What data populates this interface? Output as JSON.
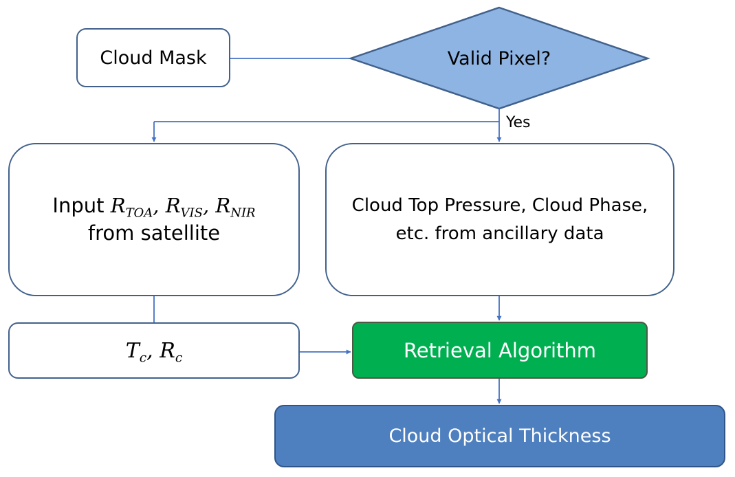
{
  "colors": {
    "connector": "#4472c4",
    "box_border": "#41618c",
    "diamond_fill": "#8eb4e3",
    "diamond_stroke": "#41618c",
    "retrieval_fill": "#00af50",
    "thickness_fill": "#4e7fbf"
  },
  "nodes": {
    "cloud_mask": "Cloud Mask",
    "valid_pixel": "Valid Pixel?",
    "yes": "Yes",
    "input": {
      "prefix": "Input ",
      "r1": "R",
      "r1_sub": "TOA",
      "sep1": ", ",
      "r2": "R",
      "r2_sub": "VIS",
      "sep2": ", ",
      "r3": "R",
      "r3_sub": "NIR",
      "line2": "from satellite"
    },
    "ancillary": "Cloud Top Pressure, Cloud Phase, etc. from ancillary data",
    "tc_rc": {
      "t": "T",
      "t_sub": "c",
      "sep": ", ",
      "r": "R",
      "r_sub": "c"
    },
    "retrieval": "Retrieval Algorithm",
    "thickness": "Cloud Optical Thickness"
  }
}
